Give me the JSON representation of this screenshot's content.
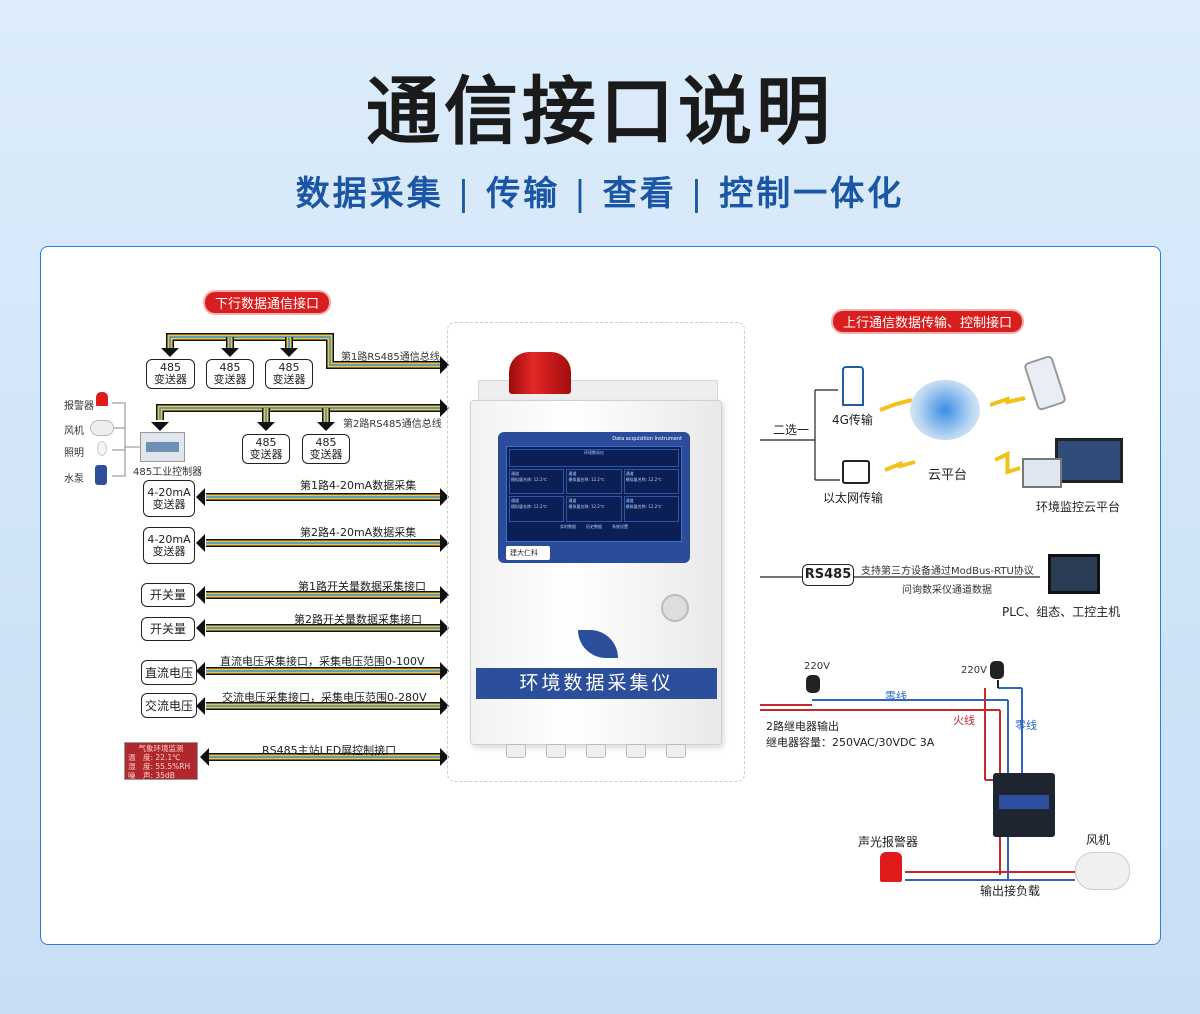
{
  "header": {
    "title": "通信接口说明",
    "subtitle_parts": [
      "数据采集",
      "传输",
      "查看",
      "控制一体化"
    ],
    "separator": "|"
  },
  "colors": {
    "accent": "#1b55a6",
    "badge": "#d81e1e",
    "border": "#2a7fd6",
    "live_wire": "#c8282b",
    "neutral_wire": "#2a66c2"
  },
  "downlink": {
    "badge": "下行数据通信接口",
    "bus1_label": "第1路RS485通信总线",
    "bus2_label": "第2路RS485通信总线",
    "transmitter_485": [
      "485",
      "变送器"
    ],
    "controller_label": "485工业控制器",
    "controlled_devices": [
      "报警器",
      "风机",
      "照明",
      "水泵"
    ],
    "analog_box": [
      "4-20mA",
      "变送器"
    ],
    "analog1_label": "第1路4-20mA数据采集",
    "analog2_label": "第2路4-20mA数据采集",
    "switch_box": "开关量",
    "switch1_label": "第1路开关量数据采集接口",
    "switch2_label": "第2路开关量数据采集接口",
    "dc_box": "直流电压",
    "dc_label": "直流电压采集接口，采集电压范围0-100V",
    "ac_box": "交流电压",
    "ac_label": "交流电压采集接口，采集电压范围0-280V",
    "led_lines": [
      "气象环境监测",
      "温　度: 22.1℃",
      "湿　度: 55.5%RH",
      "噪　声: 35dB"
    ],
    "led_label": "RS485主站LED屏控制接口"
  },
  "device": {
    "screen_caption": "Data acquisition Instrument",
    "screen_header": "环境数采仪",
    "channel": "通道",
    "reading": "模拟量名称: 12.2℃",
    "screen_buttons": [
      "实时数据",
      "历史数据",
      "系统设置"
    ],
    "brand": "建大仁科",
    "name": "环境数据采集仪"
  },
  "uplink": {
    "badge": "上行通信数据传输、控制接口",
    "choose_one": "二选一",
    "g4": "4G传输",
    "ethernet": "以太网传输",
    "cloud": "云平台",
    "cloud_platform": "环境监控云平台",
    "rs485": "RS485",
    "rs485_line1": "支持第三方设备通过ModBus-RTU协议",
    "rs485_line2": "问询数采仪通道数据",
    "plc": "PLC、组态、工控主机"
  },
  "relay": {
    "v1": "220V",
    "v2": "220V",
    "neutral1": "零线",
    "live": "火线",
    "neutral2": "零线",
    "title": "2路继电器输出",
    "capacity": "继电器容量：250VAC/30VDC  3A",
    "alarm": "声光报警器",
    "fan": "风机",
    "load": "输出接负载"
  }
}
